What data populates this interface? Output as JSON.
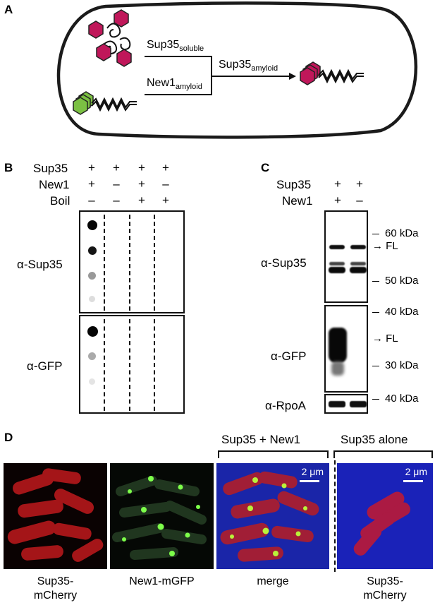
{
  "panels": {
    "A": "A",
    "B": "B",
    "C": "C",
    "D": "D"
  },
  "panelA": {
    "sup35_soluble_main": "Sup35",
    "sup35_soluble_sub": "soluble",
    "new1_main": "New1",
    "new1_sub": "amyloid",
    "sup35_amyloid_main": "Sup35",
    "sup35_amyloid_sub": "amyloid"
  },
  "panelB": {
    "row_labels": [
      "Sup35",
      "New1",
      "Boil"
    ],
    "columns": [
      [
        "+",
        "+",
        "–"
      ],
      [
        "+",
        "–",
        "–"
      ],
      [
        "+",
        "+",
        "+"
      ],
      [
        "+",
        "–",
        "+"
      ]
    ],
    "blot_labels": [
      "α-Sup35",
      "α-GFP"
    ]
  },
  "panelC": {
    "row_labels": [
      "Sup35",
      "New1"
    ],
    "columns": [
      [
        "+",
        "+"
      ],
      [
        "+",
        "–"
      ]
    ],
    "blot_labels": [
      "α-Sup35",
      "α-GFP",
      "α-RpoA"
    ],
    "markers": {
      "m60": "60 kDa",
      "fl1": "FL",
      "m50": "50 kDa",
      "m40a": "40 kDa",
      "fl2": "FL",
      "m30": "30 kDa",
      "m40b": "40 kDa"
    }
  },
  "panelD": {
    "bracket1": "Sup35 + New1",
    "bracket2": "Sup35 alone",
    "scale": "2 μm",
    "captions": [
      "Sup35-\nmCherry",
      "New1-mGFP",
      "merge",
      "Sup35-\nmCherry"
    ]
  }
}
